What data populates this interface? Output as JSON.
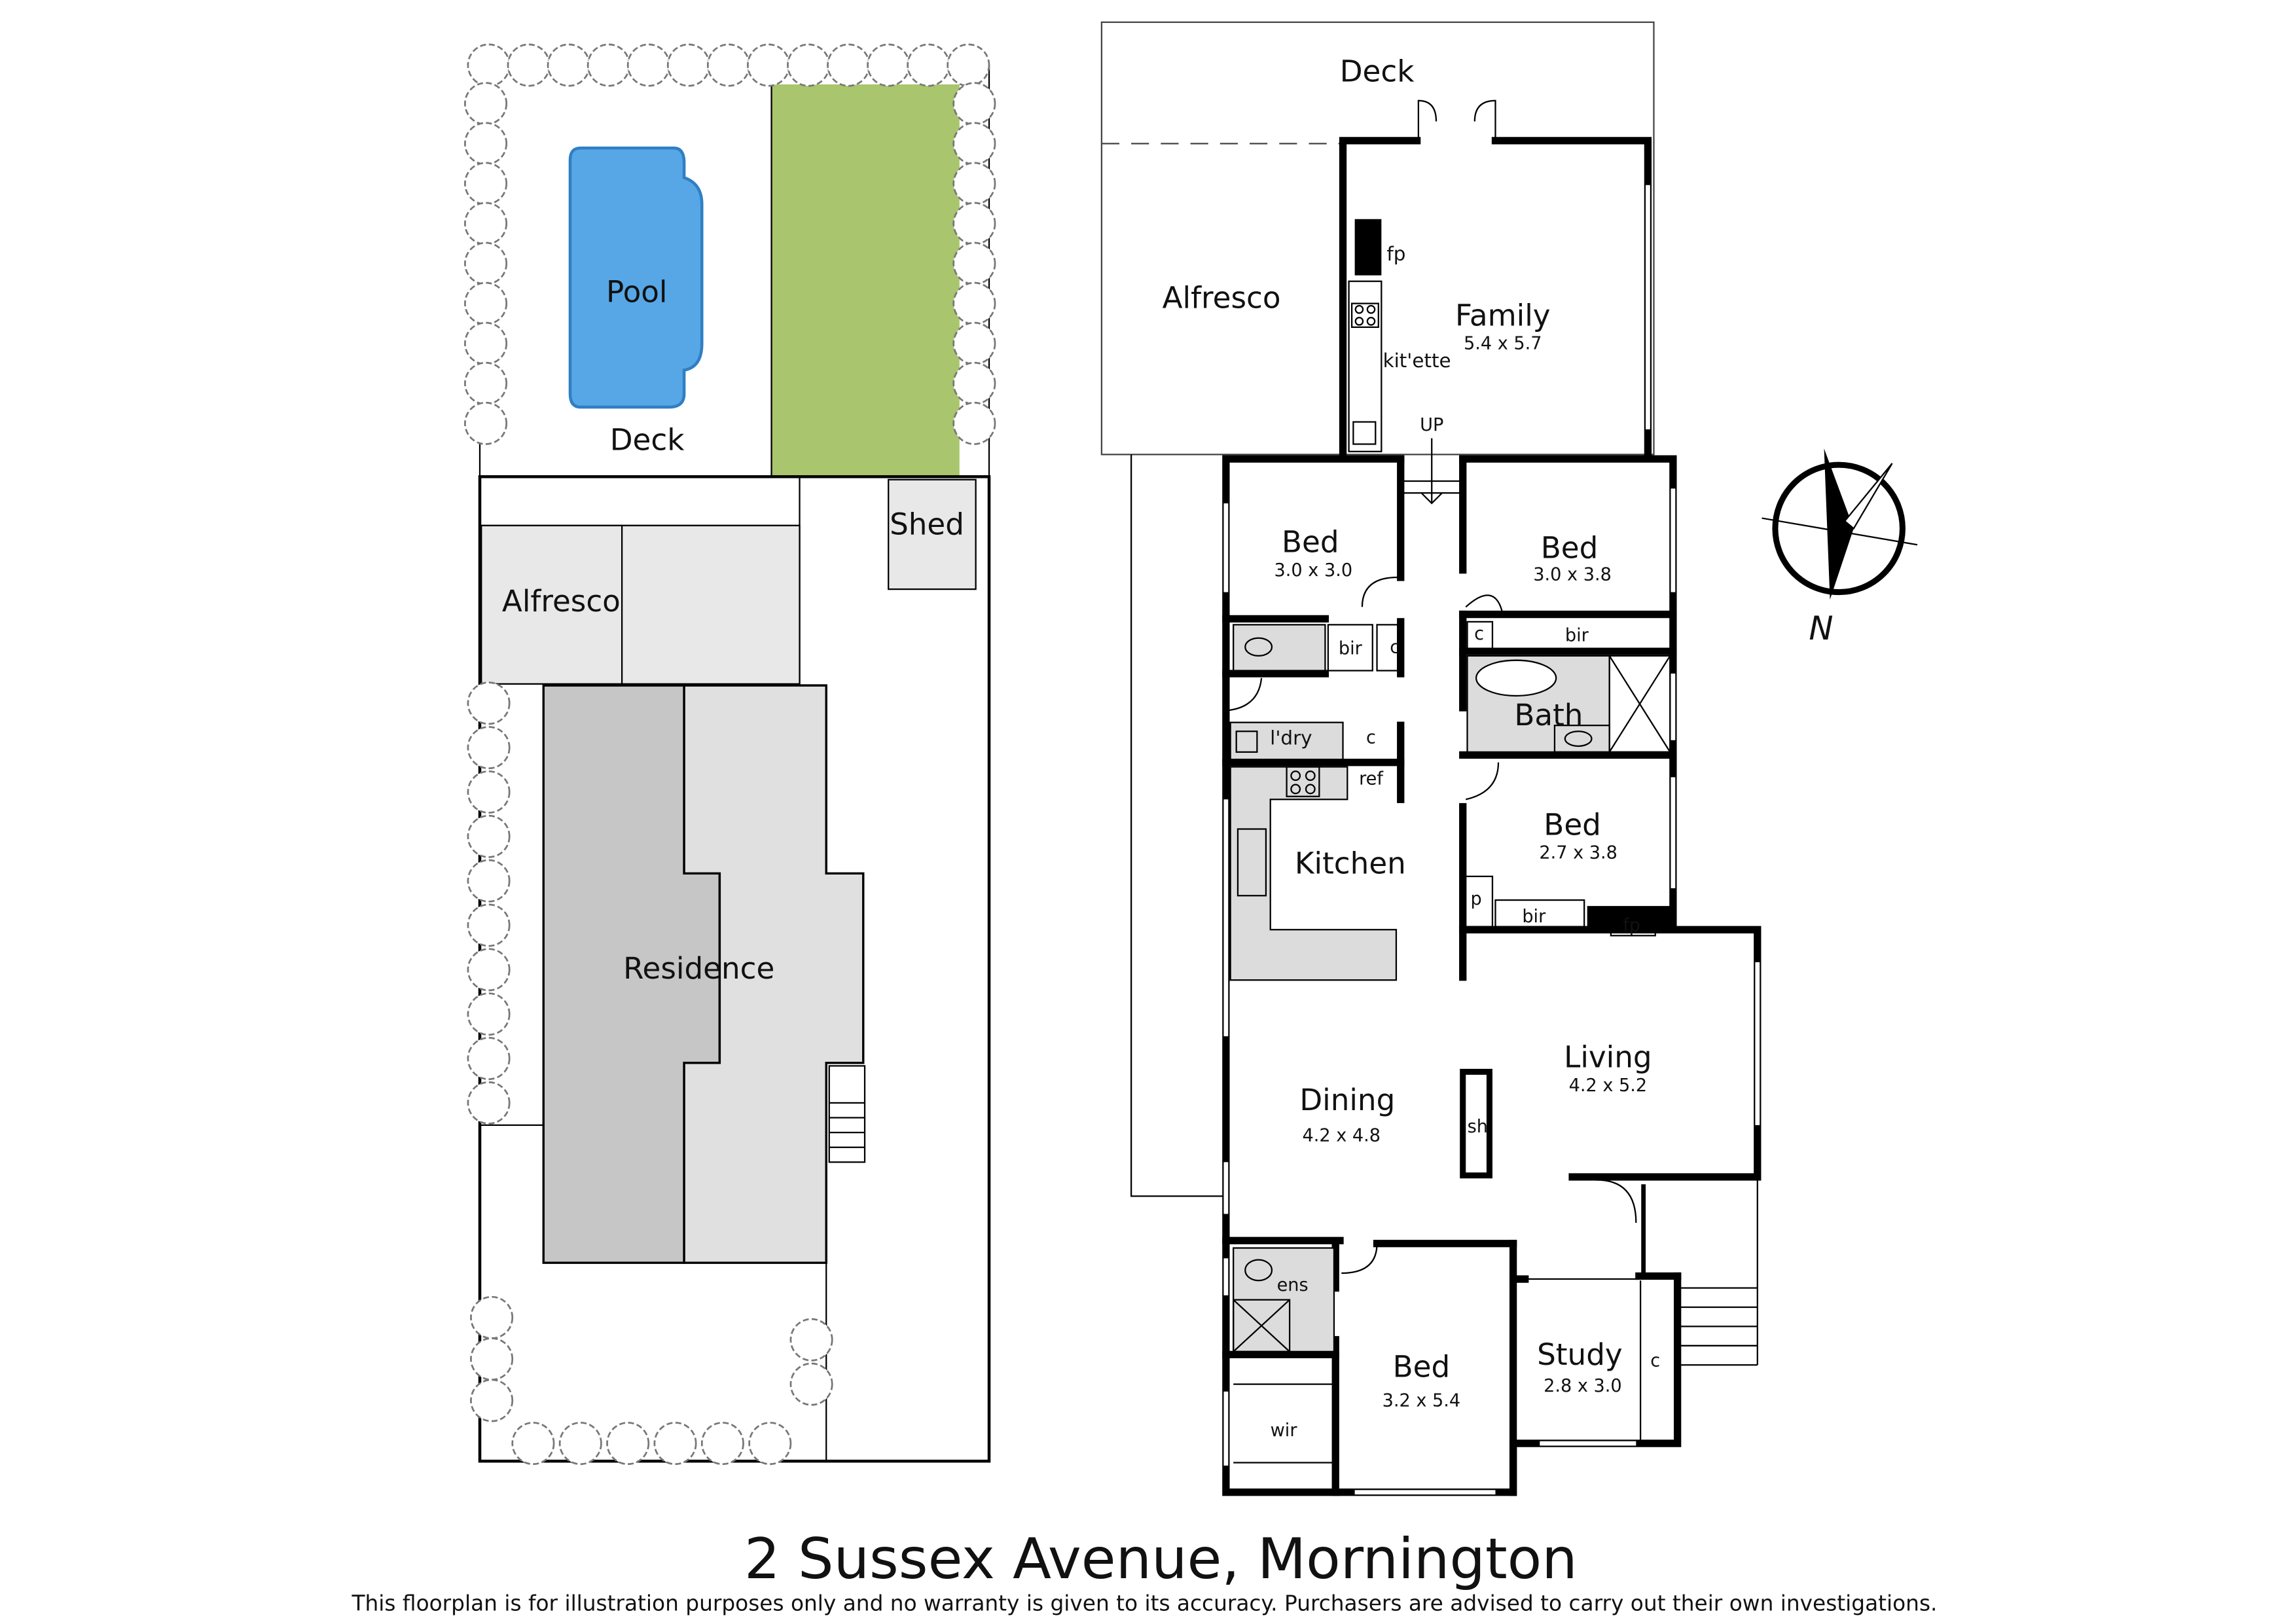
{
  "site_plan": {
    "pool": "Pool",
    "deck": "Deck",
    "shed": "Shed",
    "alfresco": "Alfresco",
    "residence": "Residence",
    "colors": {
      "pool": "#57a7e6",
      "lawn": "#a9c56e",
      "residence_dark": "#c6c6c6",
      "residence_light": "#e0e0e0",
      "outbuilding": "#e8e8e8"
    }
  },
  "floor_plan": {
    "deck": "Deck",
    "alfresco": "Alfresco",
    "family": {
      "name": "Family",
      "size": "5.4 x 5.7"
    },
    "fp_family": "fp",
    "kitette": "kit'ette",
    "up": "UP",
    "bed1": {
      "name": "Bed",
      "size": "3.0 x 3.0"
    },
    "bed2": {
      "name": "Bed",
      "size": "3.0 x 3.8"
    },
    "bir1": "bir",
    "c1": "c",
    "c2": "c",
    "bir2": "bir",
    "bath": "Bath",
    "ldry": "l'dry",
    "c3": "c",
    "ref": "ref",
    "kitchen": "Kitchen",
    "bed3": {
      "name": "Bed",
      "size": "2.7 x 3.8"
    },
    "p": "p",
    "bir3": "bir",
    "fp_living": "fp",
    "living": {
      "name": "Living",
      "size": "4.2 x 5.2"
    },
    "dining": {
      "name": "Dining",
      "size": "4.2 x 4.8"
    },
    "sh": "sh",
    "ens": "ens",
    "wir": "wir",
    "bed4": {
      "name": "Bed",
      "size": "3.2 x 5.4"
    },
    "study": {
      "name": "Study",
      "size": "2.8 x 3.0"
    },
    "c4": "c",
    "compass_label": "N"
  },
  "title": "2 Sussex Avenue, Mornington",
  "disclaimer": "This floorplan is for illustration purposes only and no warranty is given to its accuracy. Purchasers are advised to carry out their own investigations."
}
